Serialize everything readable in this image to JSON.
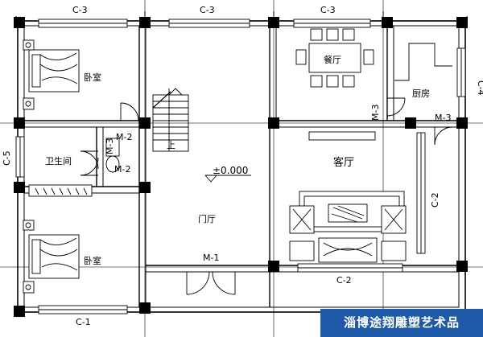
{
  "rooms": {
    "bedroom_top": "卧室",
    "bedroom_bottom": "卧室",
    "dining": "餐厅",
    "kitchen": "厨房",
    "bathroom": "卫生间",
    "living": "客厅",
    "foyer": "门厅"
  },
  "stair_up": "上",
  "level_mark": "±0.000",
  "windows": {
    "top_left": "C-3",
    "top_mid": "C-3",
    "top_right": "C-3",
    "right_kitchen": "C-4",
    "left_bath": "C-5",
    "right_living": "C-2",
    "bottom_living": "C-2",
    "bottom_left": "C-1"
  },
  "doors": {
    "bedroom_top": "M-2",
    "bath_vertical": "M-3",
    "bath": "M-2",
    "kitchen_vertical": "M-3",
    "kitchen_right": "M-3",
    "entrance": "M-1"
  },
  "watermark": "淄博途翔雕塑艺术品"
}
